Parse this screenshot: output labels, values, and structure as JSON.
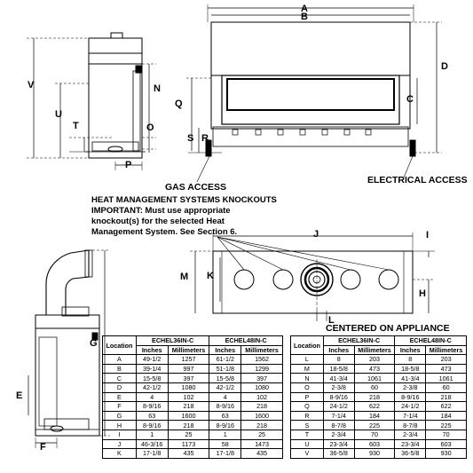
{
  "labels": {
    "A": "A",
    "B": "B",
    "C": "C",
    "D": "D",
    "E": "E",
    "F": "F",
    "H": "H",
    "I": "I",
    "J": "J",
    "K": "K",
    "L": "L",
    "M": "M",
    "N": "N",
    "O": "O",
    "P": "P",
    "Q": "Q",
    "R": "R",
    "S": "S",
    "T": "T",
    "U": "U",
    "V": "V",
    "G": "G"
  },
  "callouts": {
    "gas_access": "GAS ACCESS",
    "electrical_access": "ELECTRICAL ACCESS",
    "hms_title": "HEAT MANAGEMENT SYSTEMS KNOCKOUTS",
    "hms_line1": "IMPORTANT: Must use appropriate",
    "hms_line2": "knockout(s) for the selected Heat",
    "hms_line3": "Management System.  See Section 6.",
    "centered": "CENTERED ON APPLIANCE"
  },
  "table_left": {
    "location_header": "Location",
    "model1": "ECHEL36IN-C",
    "model2": "ECHEL48IN-C",
    "inches": "Inches",
    "mm": "Millimeters",
    "rows": [
      [
        "A",
        "49-1/2",
        "1257",
        "61-1/2",
        "1562"
      ],
      [
        "B",
        "39-1/4",
        "997",
        "51-1/8",
        "1299"
      ],
      [
        "C",
        "15-5/8",
        "397",
        "15-5/8",
        "397"
      ],
      [
        "D",
        "42-1/2",
        "1080",
        "42-1/2",
        "1080"
      ],
      [
        "E",
        "4",
        "102",
        "4",
        "102"
      ],
      [
        "F",
        "8-9/16",
        "218",
        "8-9/16",
        "218"
      ],
      [
        "G",
        "63",
        "1600",
        "63",
        "1600"
      ],
      [
        "H",
        "8-9/16",
        "218",
        "8-9/16",
        "218"
      ],
      [
        "I",
        "1",
        "25",
        "1",
        "25"
      ],
      [
        "J",
        "46-3/16",
        "1173",
        "58",
        "1473"
      ],
      [
        "K",
        "17-1/8",
        "435",
        "17-1/8",
        "435"
      ]
    ]
  },
  "table_right": {
    "location_header": "Location",
    "model1": "ECHEL36IN-C",
    "model2": "ECHEL48IN-C",
    "inches": "Inches",
    "mm": "Millimeters",
    "rows": [
      [
        "L",
        "8",
        "203",
        "8",
        "203"
      ],
      [
        "M",
        "18-5/8",
        "473",
        "18-5/8",
        "473"
      ],
      [
        "N",
        "41-3/4",
        "1061",
        "41-3/4",
        "1061"
      ],
      [
        "O",
        "2-3/8",
        "60",
        "2-3/8",
        "60"
      ],
      [
        "P",
        "8-9/16",
        "218",
        "8-9/16",
        "218"
      ],
      [
        "Q",
        "24-1/2",
        "622",
        "24-1/2",
        "622"
      ],
      [
        "R",
        "7-1/4",
        "184",
        "7-1/4",
        "184"
      ],
      [
        "S",
        "8-7/8",
        "225",
        "8-7/8",
        "225"
      ],
      [
        "T",
        "2-3/4",
        "70",
        "2-3/4",
        "70"
      ],
      [
        "U",
        "23-3/4",
        "603",
        "23-3/4",
        "603"
      ],
      [
        "V",
        "36-5/8",
        "930",
        "36-5/8",
        "930"
      ]
    ]
  }
}
